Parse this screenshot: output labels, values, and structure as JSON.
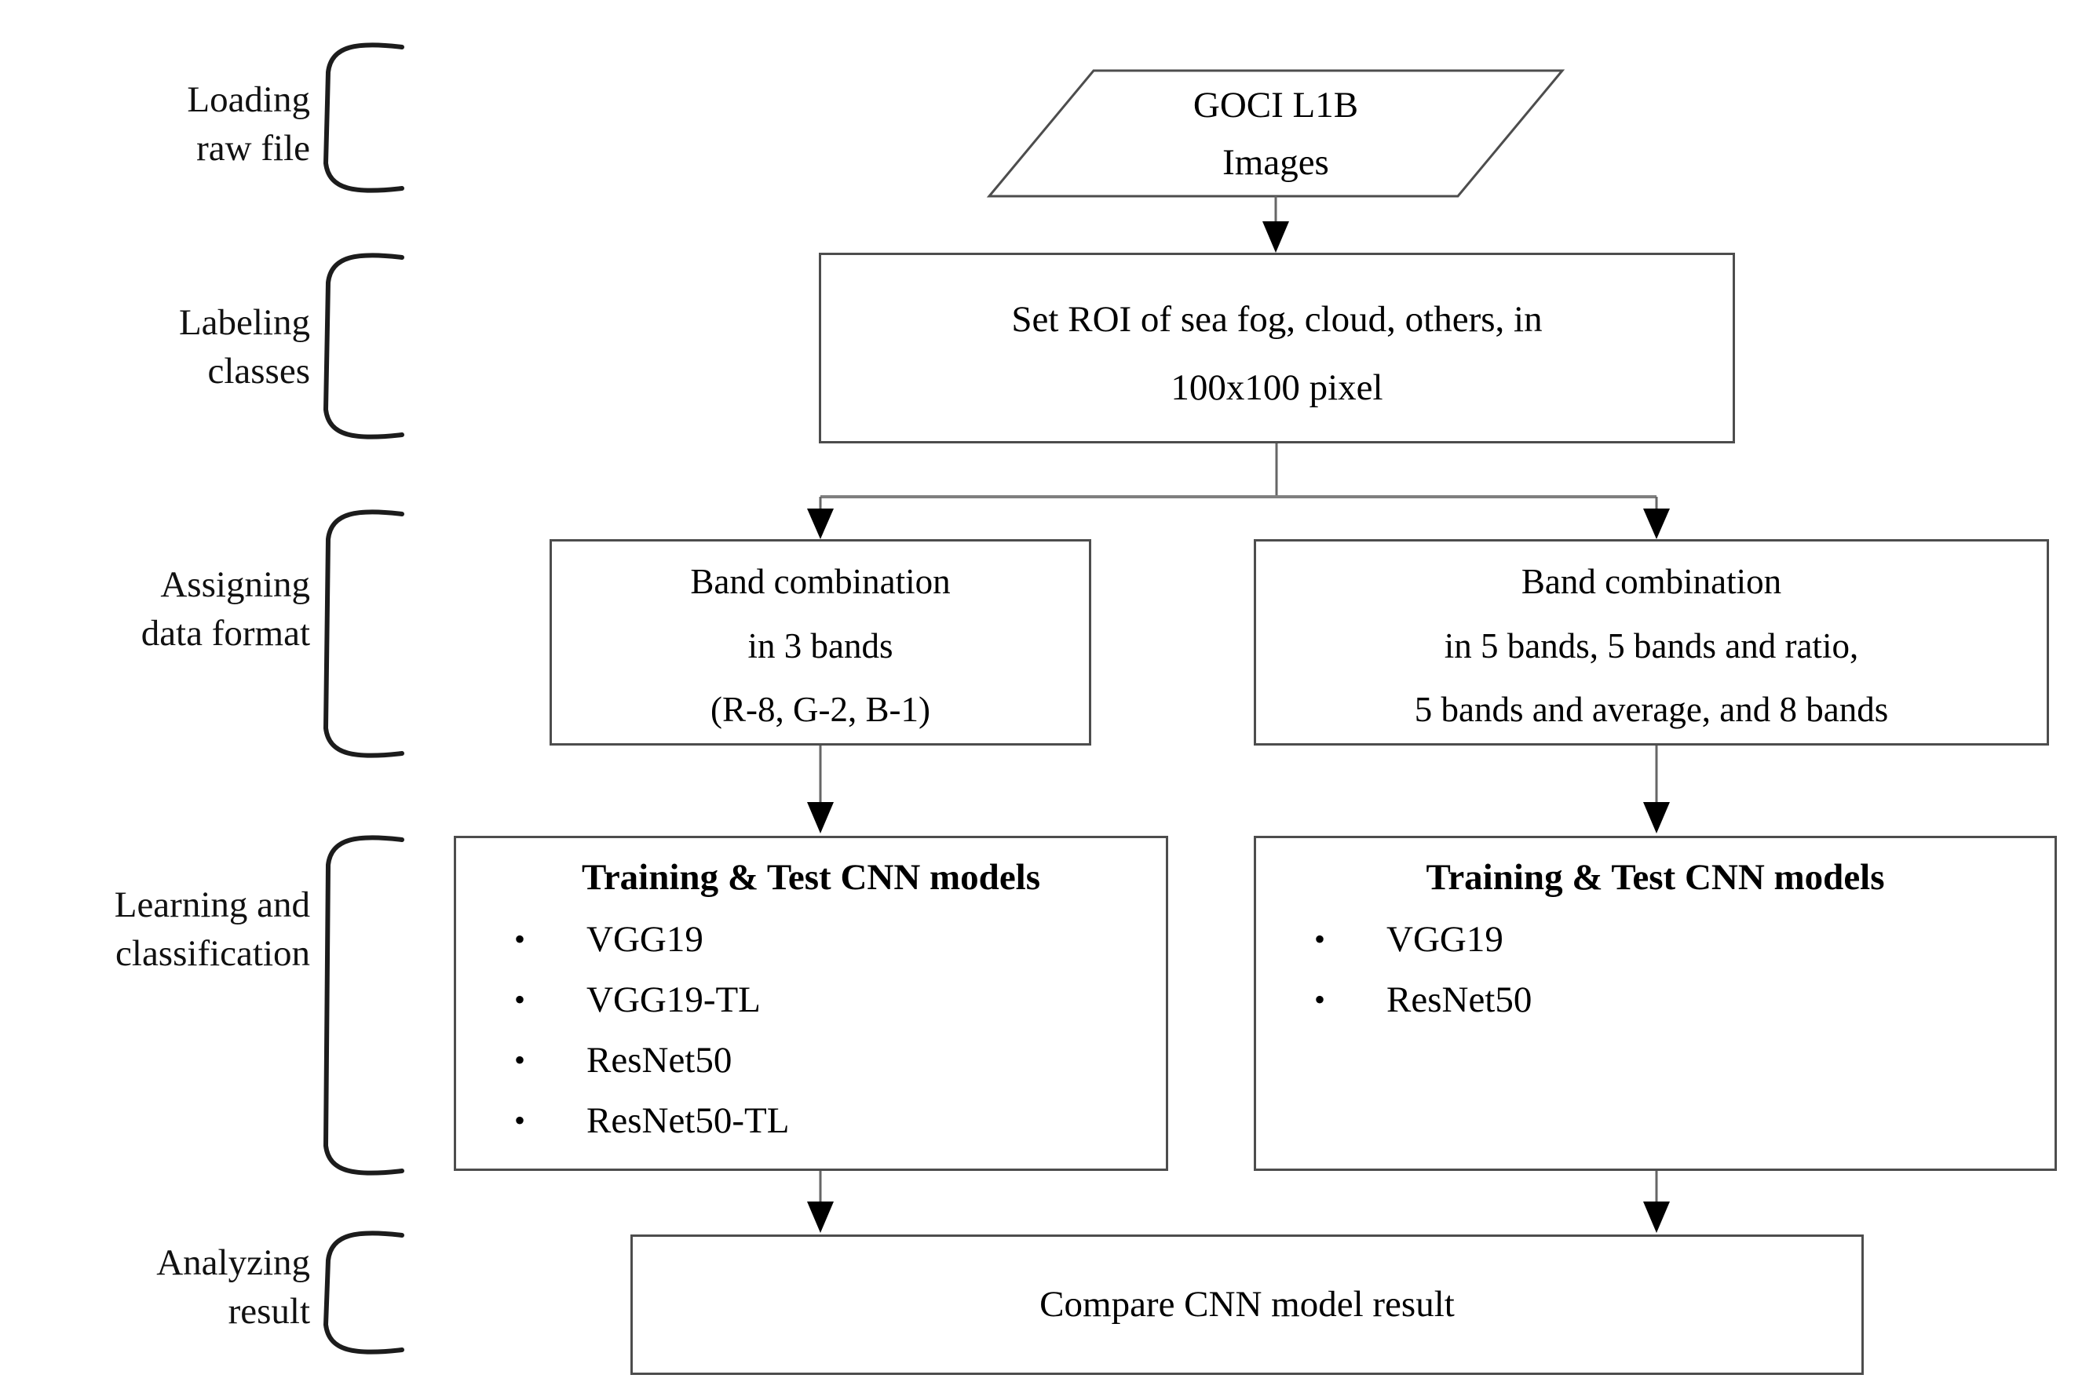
{
  "figure": {
    "type": "flowchart",
    "background": "#ffffff",
    "text_color": "#000000",
    "box_border_color": "#4d4d4d",
    "connector_color": "#666666",
    "branch_line_color": "#7f7f7f",
    "arrowhead_color": "#000000",
    "bracket_color": "#1c1c1c"
  },
  "ui": {
    "bullet": "•"
  },
  "stages": [
    {
      "label": "Loading\nraw file"
    },
    {
      "label": "Labeling\nclasses"
    },
    {
      "label": "Assigning\ndata format"
    },
    {
      "label": "Learning and\nclassification"
    },
    {
      "label": "Analyzing\nresult"
    }
  ],
  "flow": {
    "input": {
      "line1": "GOCI L1B",
      "line2": "Images"
    },
    "roi": {
      "line1": "Set ROI of sea fog, cloud, others, in",
      "line2": "100x100 pixel"
    },
    "band_left": {
      "line1": "Band combination",
      "line2": "in 3 bands",
      "line3": "(R-8, G-2, B-1)"
    },
    "band_right": {
      "line1": "Band combination",
      "line2": "in 5 bands, 5 bands and ratio,",
      "line3": "5 bands and average, and 8 bands"
    },
    "cnn_left": {
      "title": "Training & Test CNN models",
      "items": [
        "VGG19",
        "VGG19-TL",
        "ResNet50",
        "ResNet50-TL"
      ]
    },
    "cnn_right": {
      "title": "Training & Test CNN models",
      "items": [
        "VGG19",
        "ResNet50"
      ]
    },
    "compare": {
      "label": "Compare CNN model result"
    }
  }
}
